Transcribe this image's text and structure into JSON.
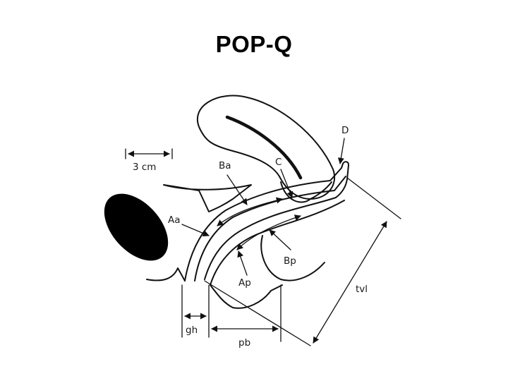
{
  "title": "POP-Q",
  "labels": {
    "scale": "3 cm",
    "D": "D",
    "C": "C",
    "Ba": "Ba",
    "Aa": "Aa",
    "Bp": "Bp",
    "Ap": "Ap",
    "tvl": "tvl",
    "gh": "gh",
    "pb": "pb"
  }
}
